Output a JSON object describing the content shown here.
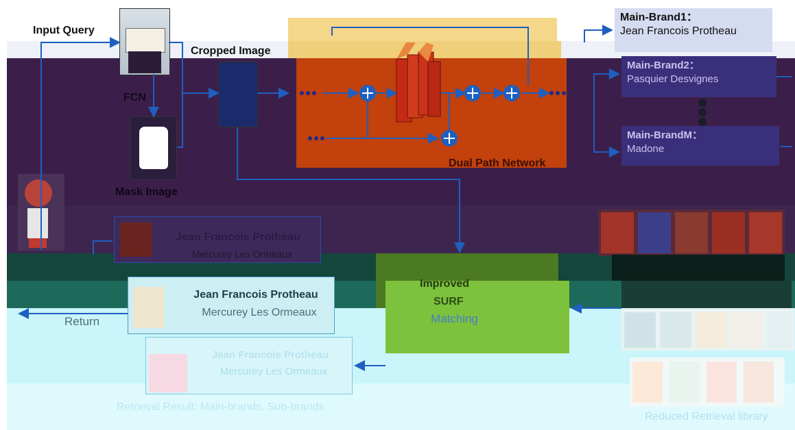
{
  "labels": {
    "input_query": "Input Query",
    "cropped_image": "Cropped Image",
    "fcn": "FCN",
    "mask_image": "Mask Image",
    "dual_path_network": "Dual Path Network",
    "return": "Return",
    "improved_surf_line1": "Improved",
    "improved_surf_line2": "SURF",
    "matching": "Matching",
    "retrieval_result": "Retrieval Result: Main-brands, Sub-brands",
    "reduced_library": "Reduced Retrieval library"
  },
  "brands": [
    {
      "title": "Main-Brand1：",
      "name": "Jean Francois Protheau"
    },
    {
      "title": "Main-Brand2：",
      "name": "Pasquier Desvignes"
    },
    {
      "title": "Main-BrandM：",
      "name": "Madone"
    }
  ],
  "results": [
    {
      "main": "Jean Francois Protheau",
      "sub": "Mercurey Les Ormeaux"
    },
    {
      "main": "Jean Francois Protheau",
      "sub": "Mercurey Les Ormeaux"
    },
    {
      "main": "Jean Francois Protheau",
      "sub": "Mercurey Les Ormeaux"
    }
  ],
  "colors": {
    "dark_band": "#3b1f4a",
    "dpn_panel": "#c2410c",
    "brand_box": "#3a2f7a",
    "surf_box": "#6fae2d",
    "cyan_band": "#c9f5fb",
    "teal_band": "#1e6a5a",
    "arrow": "#1f5fbf"
  },
  "icons": [
    "wine-bottle-icon",
    "mask-icon",
    "user-avatar-icon",
    "plus-node-icon",
    "residual-block-icon"
  ]
}
